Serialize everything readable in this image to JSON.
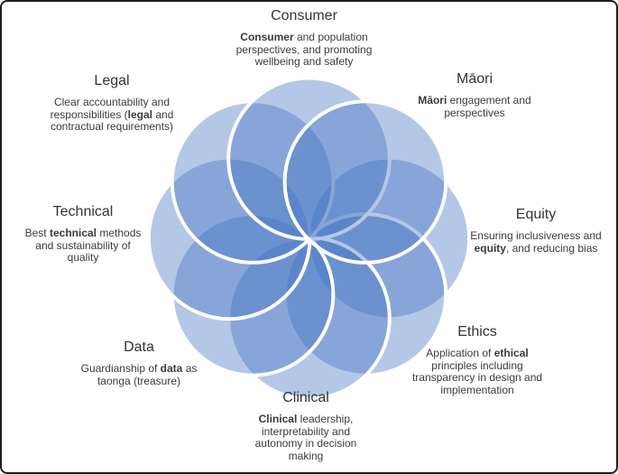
{
  "canvas": {
    "background": "#ffffff",
    "border_color": "#1e1e1e"
  },
  "flower": {
    "petal_fill": "#4472C4",
    "petal_fill_opacity": 0.4,
    "petal_stroke": "#ffffff",
    "petal_stroke_width": 4,
    "draw_order": [
      "equity",
      "ethics",
      "clinical",
      "data",
      "technical",
      "legal",
      "consumer",
      "maori"
    ]
  },
  "segments": {
    "consumer": {
      "label": "Consumer",
      "desc": [
        {
          "t": "Consumer",
          "b": true
        },
        {
          "t": " and population perspectives, and promoting wellbeing and safety"
        }
      ]
    },
    "maori": {
      "label": "Māori",
      "desc": [
        {
          "t": "Māori",
          "b": true
        },
        {
          "t": " engagement and perspectives"
        }
      ]
    },
    "equity": {
      "label": "Equity",
      "desc": [
        {
          "t": "Ensuring inclusiveness and "
        },
        {
          "t": "equity",
          "b": true
        },
        {
          "t": ", and reducing bias"
        }
      ]
    },
    "ethics": {
      "label": "Ethics",
      "desc": [
        {
          "t": "Application of "
        },
        {
          "t": "ethical",
          "b": true
        },
        {
          "t": " principles including transparency in design and implementation"
        }
      ]
    },
    "clinical": {
      "label": "Clinical",
      "desc": [
        {
          "t": "Clinical",
          "b": true
        },
        {
          "t": " leadership, interpretability and autonomy in decision making"
        }
      ]
    },
    "data": {
      "label": "Data",
      "desc": [
        {
          "t": "Guardianship of "
        },
        {
          "t": "data",
          "b": true
        },
        {
          "t": " as taonga (treasure)"
        }
      ]
    },
    "technical": {
      "label": "Technical",
      "desc": [
        {
          "t": "Best "
        },
        {
          "t": "technical",
          "b": true
        },
        {
          "t": " methods and sustainability of quality"
        }
      ]
    },
    "legal": {
      "label": "Legal",
      "desc": [
        {
          "t": "Clear accountability and responsibilities ("
        },
        {
          "t": "legal",
          "b": true
        },
        {
          "t": " and contractual requirements)"
        }
      ]
    }
  }
}
